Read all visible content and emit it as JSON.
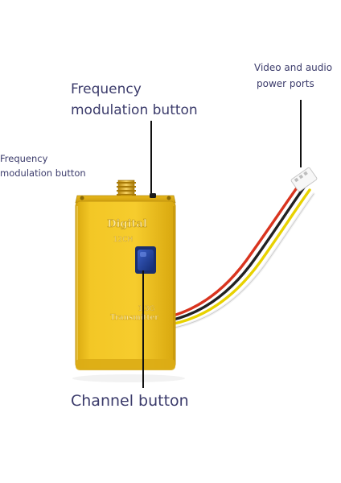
{
  "labels": {
    "freq_top_line1": "Frequency",
    "freq_top_line2": "modulation button",
    "freq_left_line1": "Frequency",
    "freq_left_line2": "modulation button",
    "video_line1": "Video and audio",
    "video_line2": "power ports",
    "channel": "Channel button"
  },
  "device": {
    "brand": "Digital",
    "channels": "12CH",
    "band": "1.3G",
    "type": "Transmitter"
  },
  "colors": {
    "body": "#f0c21a",
    "label_text": "#3b3b6b",
    "button": "#1f3f9a"
  }
}
